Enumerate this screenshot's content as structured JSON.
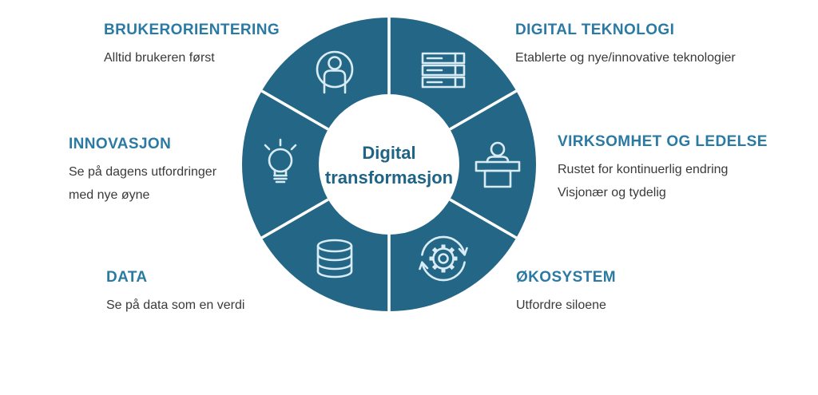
{
  "diagram": {
    "center": {
      "line1": "Digital",
      "line2": "transformasjon"
    },
    "segments": [
      {
        "id": "brukerorientering",
        "position": "top-left",
        "icon": "user-icon",
        "title": "BRUKERORIENTERING",
        "description": [
          "Alltid brukeren først"
        ]
      },
      {
        "id": "digital-teknologi",
        "position": "top-right",
        "icon": "servers-icon",
        "title": "DIGITAL TEKNOLOGI",
        "description": [
          "Etablerte og nye/innovative teknologier"
        ]
      },
      {
        "id": "innovasjon",
        "position": "left",
        "icon": "lightbulb-icon",
        "title": "INNOVASJON",
        "description": [
          "Se på dagens utfordringer",
          "med nye øyne"
        ]
      },
      {
        "id": "virksomhet-og-ledelse",
        "position": "right",
        "icon": "speaker-podium-icon",
        "title": "VIRKSOMHET OG LEDELSE",
        "description": [
          "Rustet for kontinuerlig endring",
          "Visjonær og tydelig"
        ]
      },
      {
        "id": "data",
        "position": "bottom-left",
        "icon": "database-icon",
        "title": "DATA",
        "description": [
          "Se på data som en verdi"
        ]
      },
      {
        "id": "okosystem",
        "position": "bottom-right",
        "icon": "gear-sync-icon",
        "title": "ØKOSYSTEM",
        "description": [
          "Utfordre siloene"
        ]
      }
    ],
    "colors": {
      "ring": "#236685",
      "divider": "#ffffff",
      "heading": "#2b7aa3",
      "center_text": "#1f6385",
      "body_text": "#3a3a3a",
      "icon_stroke": "#d9ecf5",
      "background": "#ffffff"
    }
  }
}
